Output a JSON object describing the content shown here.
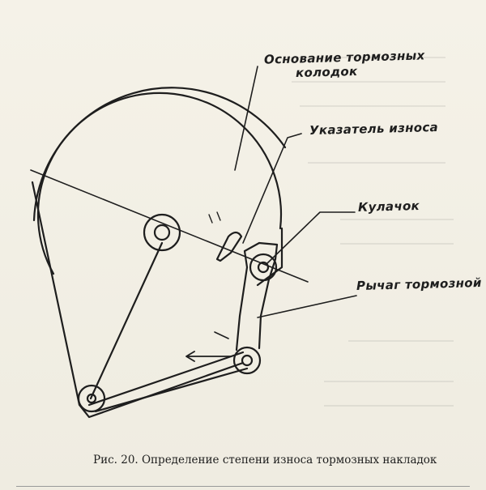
{
  "labels": {
    "base": "Основание тормозных",
    "base_2": "колодок",
    "indicator": "Указатель износа",
    "cam": "Кулачок",
    "lever": "Рычаг тормозной"
  },
  "caption": "Рис. 20. Определение степени износа тормозных накладок",
  "colors": {
    "ink": "#1e1e1e",
    "paper": "#f3f0e6"
  }
}
